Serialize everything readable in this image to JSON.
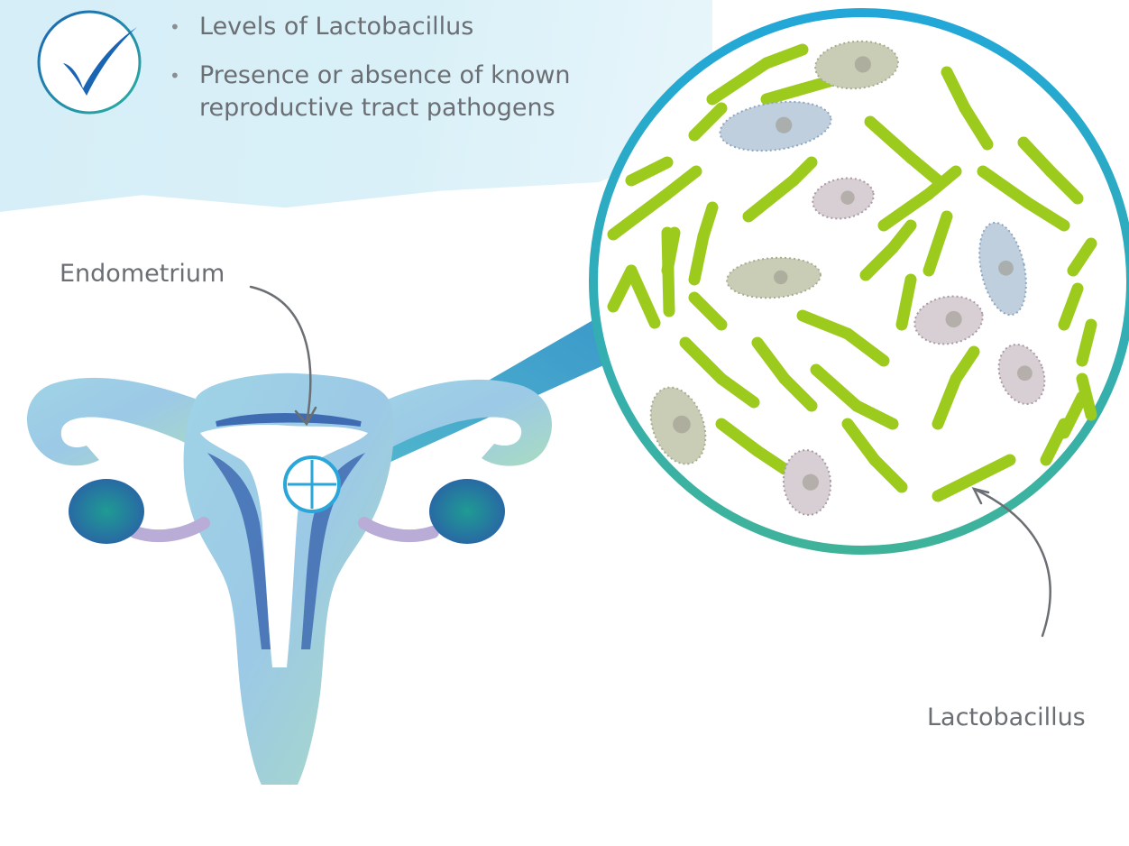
{
  "bullets": [
    "Levels of Lactobacillus",
    "Presence or absence of known reproductive tract pathogens"
  ],
  "labels": {
    "endometrium": "Endometrium",
    "lactobacillus": "Lactobacillus"
  },
  "colors": {
    "accent_blue": "#1a64b4",
    "ring_teal": "#2aa6b8",
    "bacillus_green": "#9ccb1e",
    "label_gray": "#6b6f74",
    "wash_blue": "#d6eef7"
  },
  "icons": {
    "check": "check-icon",
    "magnifier": "magnifier-plus-icon"
  }
}
